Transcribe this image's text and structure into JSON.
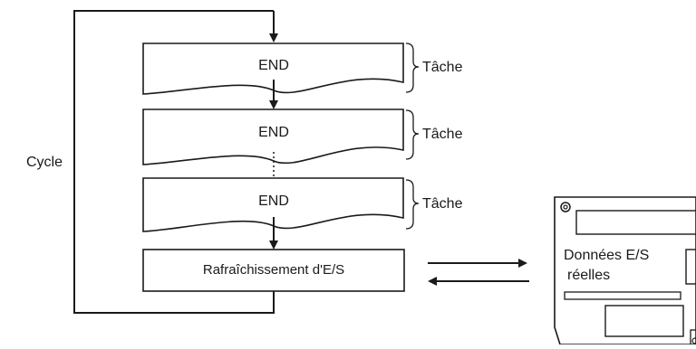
{
  "diagram": {
    "cycle_label": "Cycle",
    "tasks": [
      {
        "end_label": "END",
        "task_label": "Tâche"
      },
      {
        "end_label": "END",
        "task_label": "Tâche"
      },
      {
        "end_label": "END",
        "task_label": "Tâche"
      }
    ],
    "refresh_label": "Rafraîchissement d'E/S",
    "io_data_label_line1": "Données E/S",
    "io_data_label_line2": "réelles"
  }
}
